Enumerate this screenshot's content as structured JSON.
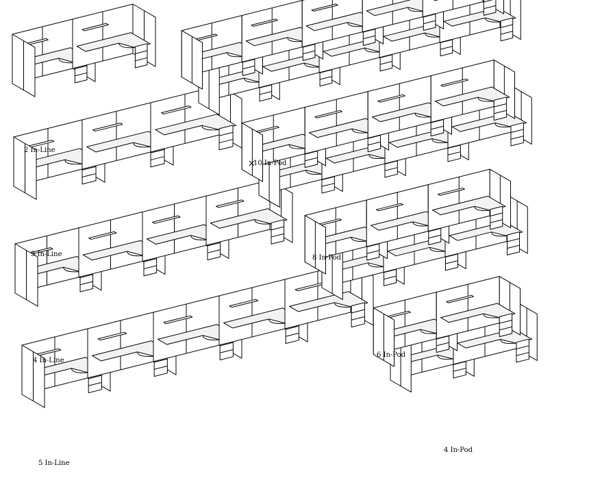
{
  "layouts": [
    {
      "id": "2-in-line",
      "label": "2 In-Line",
      "cubicles": 2,
      "style": "in-line"
    },
    {
      "id": "3-in-line",
      "label": "3 In-Line",
      "cubicles": 3,
      "style": "in-line"
    },
    {
      "id": "4-in-line",
      "label": "4 In-Line",
      "cubicles": 4,
      "style": "in-line"
    },
    {
      "id": "5-in-line",
      "label": "5 In-Line",
      "cubicles": 5,
      "style": "in-line"
    },
    {
      "id": "10-in-pod",
      "label": "10 In-Pod",
      "cubicles": 10,
      "style": "in-pod"
    },
    {
      "id": "8-in-pod",
      "label": "8 In-Pod",
      "cubicles": 8,
      "style": "in-pod"
    },
    {
      "id": "6-in-pod",
      "label": "6 In-Pod",
      "cubicles": 6,
      "style": "in-pod"
    },
    {
      "id": "4-in-pod",
      "label": "4 In-Pod",
      "cubicles": 4,
      "style": "in-pod"
    }
  ]
}
